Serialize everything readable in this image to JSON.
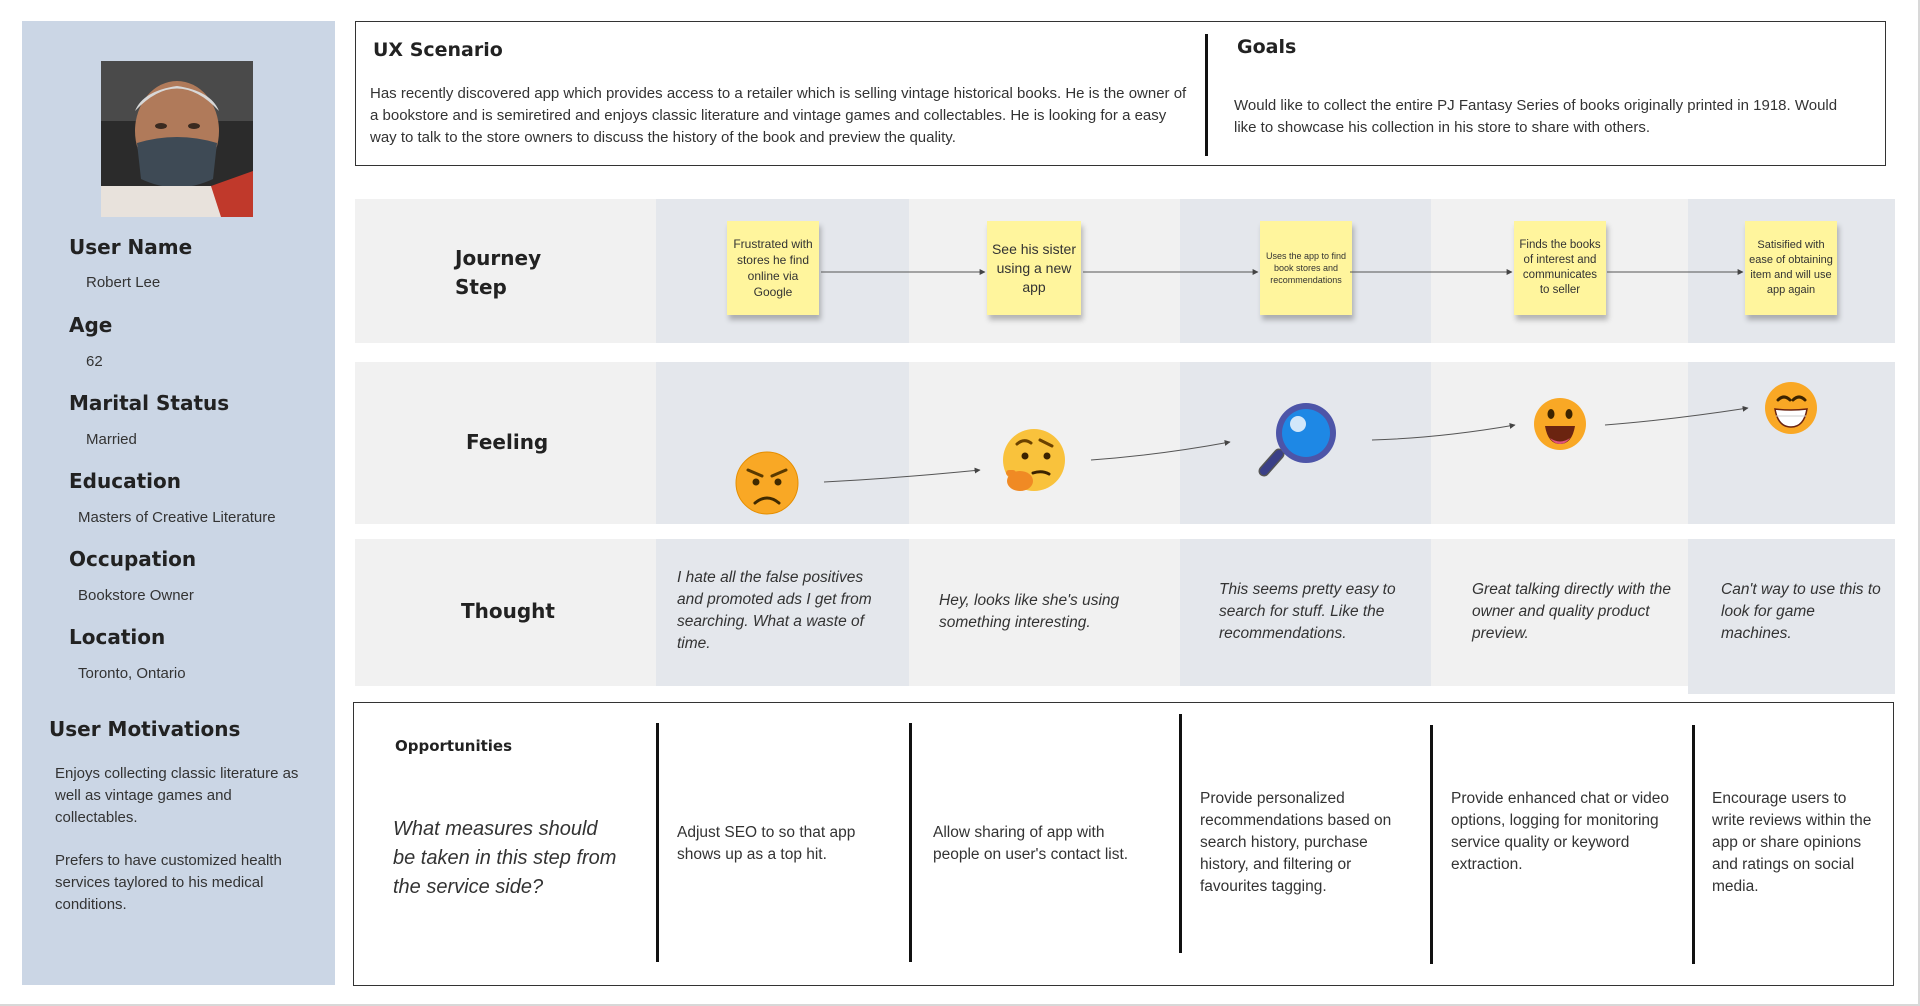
{
  "persona": {
    "fields": [
      {
        "label": "User Name",
        "value": "Robert Lee"
      },
      {
        "label": "Age",
        "value": "62"
      },
      {
        "label": "Marital Status",
        "value": "Married"
      },
      {
        "label": "Education",
        "value": "Masters of Creative Literature"
      },
      {
        "label": "Occupation",
        "value": "Bookstore Owner"
      },
      {
        "label": "Location",
        "value": "Toronto, Ontario"
      }
    ],
    "motivations_title": "User Motivations",
    "motivations": [
      "Enjoys collecting classic literature as well as vintage games and collectables.",
      "Prefers to have customized health services taylored to his medical conditions."
    ]
  },
  "scenario": {
    "title": "UX Scenario",
    "text": "Has recently discovered app which provides access to a retailer which is selling vintage historical books. He is the owner of a bookstore and is semiretired and enjoys classic literature and vintage games and collectables. He is looking for a easy way to talk to the store owners to discuss the history of the book and preview the quality."
  },
  "goals": {
    "title": "Goals",
    "text": "Would like to collect the entire PJ Fantasy Series of books originally printed in 1918. Would like to showcase his collection in his store to share with others."
  },
  "journey": {
    "label_line1": "Journey",
    "label_line2": "Step",
    "steps": [
      "Frustrated with stores he find online via Google",
      "See his sister using a new app",
      "Uses the app to find book stores and recommendations",
      "Finds the books of interest and communicates to seller",
      "Satisified with ease of obtaining item and will use app again"
    ]
  },
  "feeling": {
    "label": "Feeling",
    "emojis": [
      "angry-face",
      "thinking-face",
      "magnifying-glass",
      "grinning-face",
      "beaming-face"
    ]
  },
  "thought": {
    "label": "Thought",
    "items": [
      "I hate all the false positives and promoted ads I get from searching. What a waste of time.",
      "Hey, looks like she's using something interesting.",
      "This seems pretty easy to search for stuff. Like the recommendations.",
      "Great talking directly with the owner and quality product preview.",
      "Can't way to use this to look for game machines."
    ]
  },
  "opportunities": {
    "title": "Opportunities",
    "question": "What measures should be taken in this step from the service side?",
    "items": [
      "Adjust SEO to so that app shows up as a top hit.",
      "Allow sharing of app with people on user's contact list.",
      "Provide personalized recommendations based on search history, purchase history, and filtering or favourites tagging.",
      "Provide enhanced chat or video options, logging for monitoring service quality or keyword extraction.",
      "Encourage users to write reviews within the app or share opinions and ratings on social media."
    ]
  },
  "colors": {
    "persona_bg": "#cbd6e5",
    "row_bg": "#f1f1f1",
    "col_shade": "#e4e7ec",
    "sticky": "#fff59d",
    "emoji_yellow": "#f9c23c",
    "magnifier_blue": "#1e88e5"
  }
}
